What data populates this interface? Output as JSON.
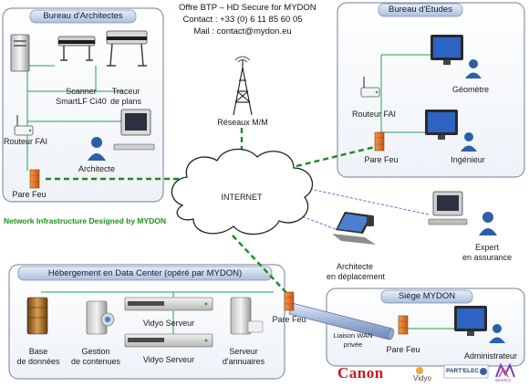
{
  "header": {
    "line1": "Offre BTP – HD Secure for MYDON",
    "line2": "Contact : +33 (0) 6 11 85 60 05",
    "line3": "Mail : contact@mydon.eu"
  },
  "zones": {
    "architectes": {
      "title": "Bureau d'Architectes"
    },
    "etudes": {
      "title": "Bureau d'Etudes"
    },
    "hebergement": {
      "title": "Hébergement en Data Center (opéré par MYDON)"
    },
    "siege": {
      "title": "Siège MYDON"
    }
  },
  "labels": {
    "scanner_1": "Scanner",
    "scanner_2": "SmartLF Ci40",
    "traceur_1": "Traceur",
    "traceur_2": "de plans",
    "routeur_arch": "Routeur FAI",
    "architecte": "Architecte",
    "parefeu_arch": "Pare Feu",
    "reseaux": "Réseaux M/M",
    "internet": "INTERNET",
    "routeur_etudes": "Routeur FAI",
    "geometre": "Géomètre",
    "parefeu_etudes": "Pare Feu",
    "ingenieur": "Ingénieur",
    "network_note": "Network Infrastructure Designed by MYDON",
    "expert_1": "Expert",
    "expert_2": "en assurance",
    "archi_dep_1": "Architecte",
    "archi_dep_2": "en déplacement",
    "base_1": "Base",
    "base_2": "de données",
    "gestion_1": "Gestion",
    "gestion_2": "de contenues",
    "vidyo_1": "Vidyo Serveur",
    "vidyo_2": "Vidyo Serveur",
    "serveur_1": "Serveur",
    "serveur_2": "d'annuaires",
    "parefeu_dc": "Pare Feu",
    "wan_1": "Liaison WAN",
    "wan_2": "privée",
    "parefeu_siege": "Pare Feu",
    "administrateur": "Administrateur"
  },
  "logos": {
    "canon": "Canon",
    "vidyo": "Vidyo",
    "partelec": "PART'ELEC",
    "wave": "WAVICS"
  },
  "colors": {
    "green_link": "#1e8a1e",
    "blue_link": "#6a6ad6",
    "firewall": "#e8762a",
    "user": "#2c5fa8",
    "canon_red": "#d0141e"
  }
}
